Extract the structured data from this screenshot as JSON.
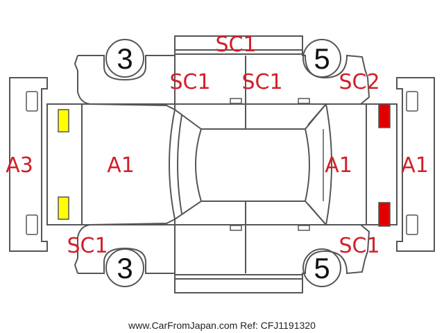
{
  "labels": {
    "roof_top": "SC1",
    "door_front_left_upper": "SC1",
    "door_rear_left_upper": "SC1",
    "rear_quarter_upper": "SC2",
    "front_bumper": "A3",
    "hood": "A1",
    "trunk": "A1",
    "rear_bumper": "A1",
    "front_fender_lower": "SC1",
    "rear_quarter_lower": "SC1"
  },
  "tires": {
    "front_top": "3",
    "rear_top": "5",
    "front_bottom": "3",
    "rear_bottom": "5"
  },
  "markers": {
    "front_light_color": "#ffff00",
    "rear_light_color": "#e00000"
  },
  "footer": {
    "watermark": "www.CarFromJapan.com Ref: CFJ1191320"
  }
}
